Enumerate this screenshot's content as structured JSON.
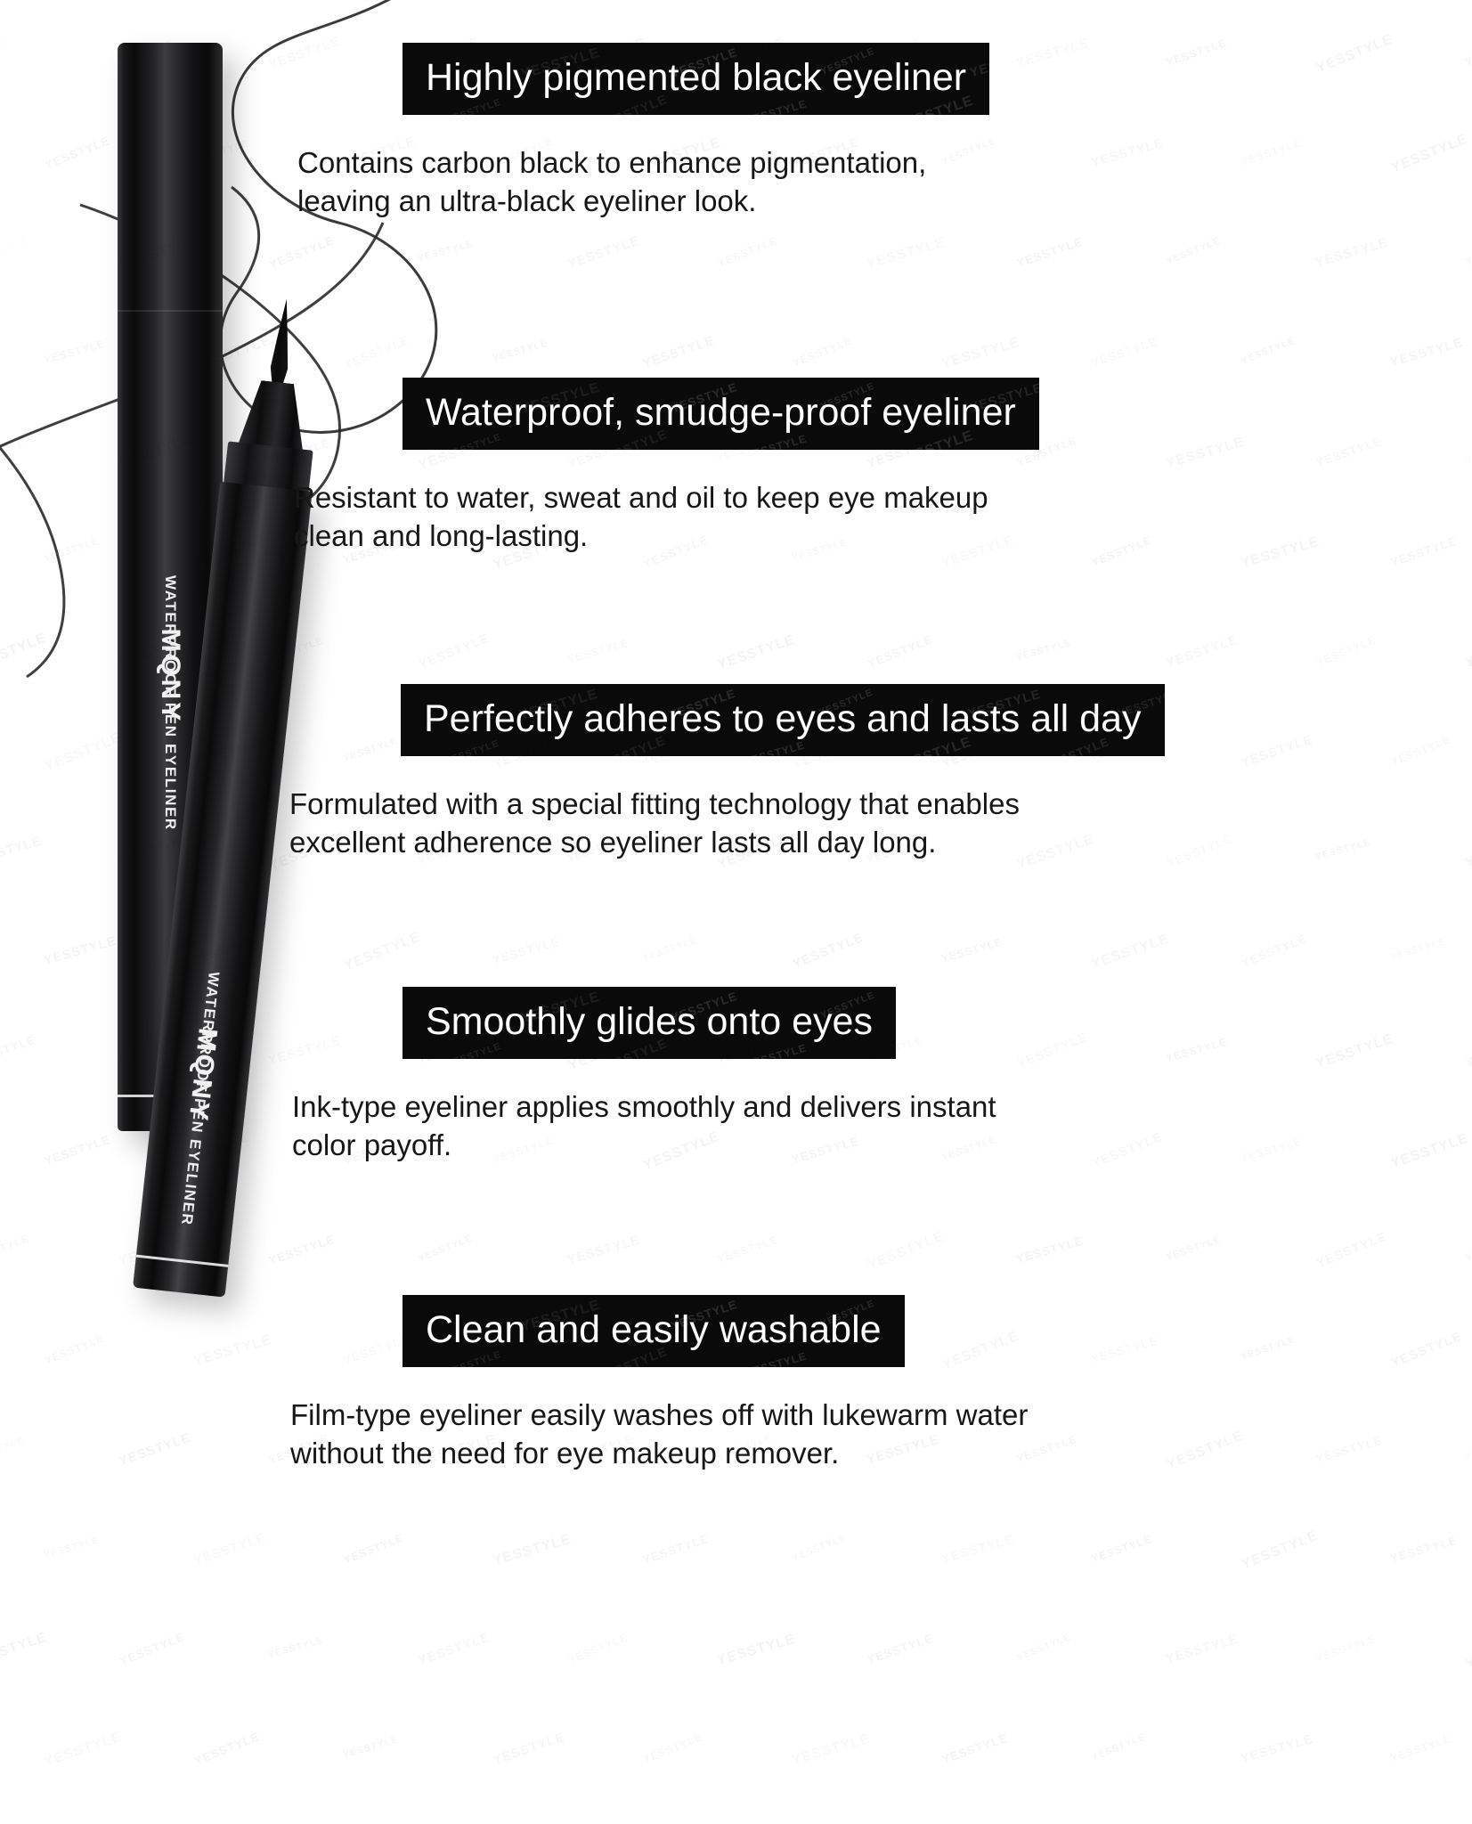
{
  "page": {
    "background_color": "#ffffff",
    "band_color": "#0a0a0a",
    "band_text_color": "#ffffff",
    "body_text_color": "#171717",
    "watermark_text": "YESSTYLE"
  },
  "product": {
    "brand_logo": "MQNY",
    "pen_label": "WATERPROOF PEN EYELINER",
    "pens": [
      {
        "label": "WATERPROOF PEN EYELINER",
        "brand": "MQNY"
      },
      {
        "label": "WATERPROOF PEN EYELINER",
        "brand": "MQNY"
      }
    ]
  },
  "features": [
    {
      "heading": "Highly pigmented black eyeliner",
      "body": "Contains carbon black to enhance pigmentation,\nleaving an ultra-black eyeliner look."
    },
    {
      "heading": "Waterproof, smudge-proof eyeliner",
      "body": "Resistant to water, sweat and oil to keep eye makeup\nclean and long-lasting."
    },
    {
      "heading": "Perfectly adheres to eyes and lasts all day",
      "body": "Formulated with a special fitting technology that enables\nexcellent adherence so eyeliner lasts all day long."
    },
    {
      "heading": "Smoothly glides onto eyes",
      "body": "Ink-type eyeliner applies smoothly and delivers instant\ncolor payoff."
    },
    {
      "heading": "Clean and easily washable",
      "body": "Film-type eyeliner easily washes off with lukewarm water\nwithout the need for eye makeup remover."
    }
  ]
}
